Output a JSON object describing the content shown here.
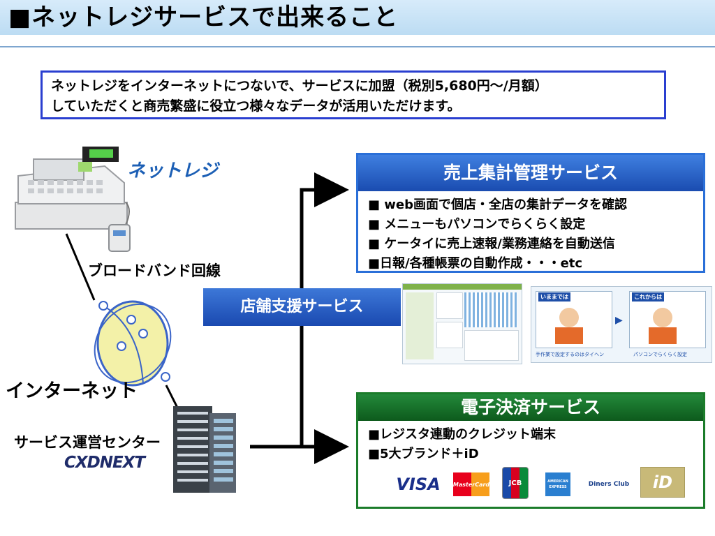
{
  "title": "■ネットレジサービスで出来ること",
  "intro": {
    "line1": "ネットレジをインターネットにつないで、サービスに加盟（税別5,680円～/月額）",
    "line2": "していただくと商売繁盛に役立つ様々なデータが活用いただけます。"
  },
  "left": {
    "logo": "ネットレジ",
    "broadband": "ブロードバンド回線",
    "internet": "インターネット",
    "center": "サービス運営センター",
    "cxd": "CXDNEXT"
  },
  "support": {
    "label": "店舗支援サービス"
  },
  "sales": {
    "title": "売上集計管理サービス",
    "items": [
      "■ web画面で個店・全店の集計データを確認",
      "■ メニューもパソコンでらくらく設定",
      "■ ケータイに売上速報/業務連絡を自動送信",
      "■日報/各種帳票の自動作成・・・etc"
    ]
  },
  "epay": {
    "title": "電子決済サービス",
    "items": [
      "■レジスタ連動のクレジット端末",
      "■5大ブランド＋iD"
    ],
    "brands": [
      "VISA",
      "MasterCard",
      "JCB",
      "AMERICAN EXPRESS",
      "Diners Club",
      "iD"
    ]
  },
  "illustration": {
    "before_label": "いままでは",
    "after_label": "これからは",
    "before_caption": "手作業で設定するのはタイヘン",
    "after_caption": "パソコンでらくらく設定"
  },
  "colors": {
    "title_bg": "#c9e3f6",
    "intro_border": "#2a3fd0",
    "sales_header": "#2a6fd8",
    "epay_header": "#1b7c2a",
    "support_bg": "#2a5fc7"
  }
}
